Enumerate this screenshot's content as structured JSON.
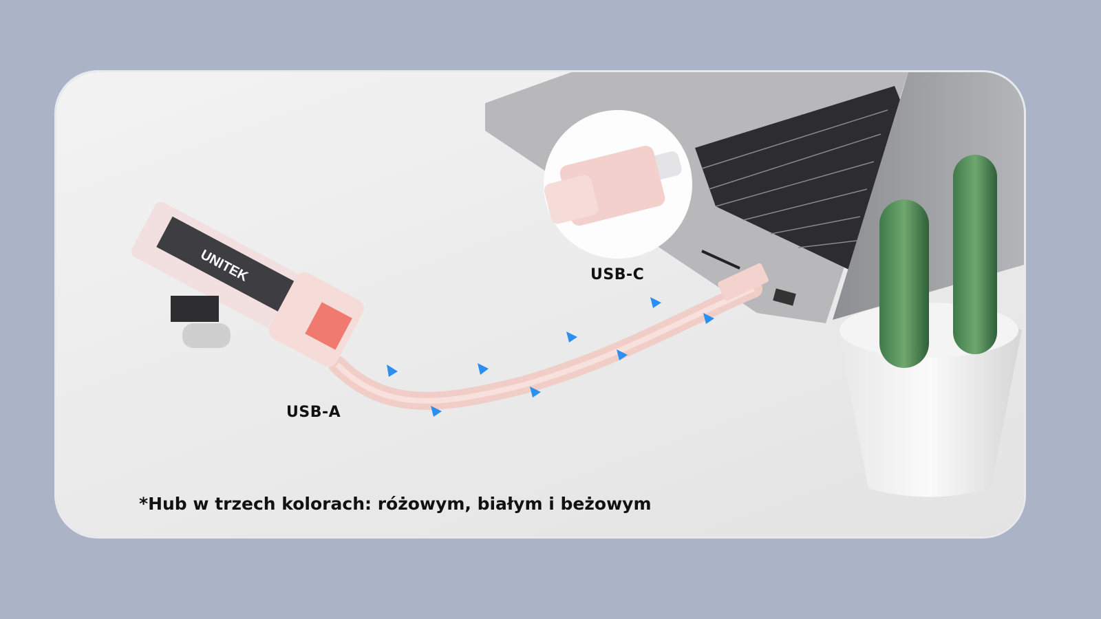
{
  "labels": {
    "usb_c": "USB-C",
    "usb_a": "USB-A"
  },
  "caption": "*Hub w trzech kolorach: różowym, białym i beżowym",
  "brand": "UNITEK",
  "colors": {
    "background": "#aab4c6",
    "card": "#ececec",
    "cable": "#f4d0cc",
    "arrows": "#2a8ff0",
    "laptop": "#a9a9ab"
  }
}
